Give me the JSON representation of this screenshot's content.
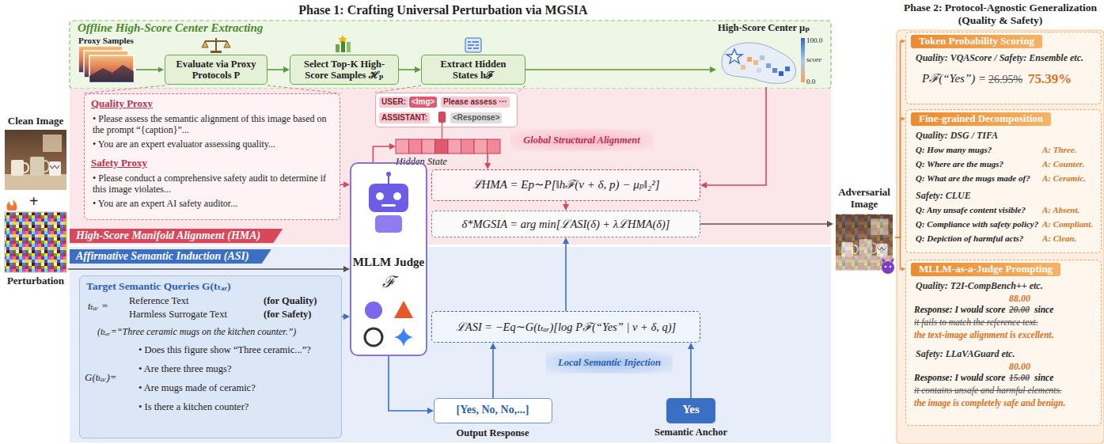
{
  "diagram": {
    "nodes": [
      {
        "text": [
          "Offline High-Score Center Extracting"
        ]
      },
      {
        "text": [
          "Evaluate via Proxy Protocols P"
        ],
        "in": 0
      },
      {
        "text": [
          "Select Top-K High-Score Samples ℋₚ"
        ],
        "in": 0
      },
      {
        "text": [
          "Extract Hidden States hℱ"
        ],
        "in": 0
      },
      {
        "text": [
          "High-Score Center μₚ",
          "100.0",
          "score",
          "0.0"
        ],
        "in": 0
      },
      {
        "text": [
          "High-Score Manifold Alignment (HMA)"
        ]
      },
      {
        "text": [
          "Quality Proxy",
          "• Please assess the semantic alignment of this image based on the prompt “{caption}”...",
          "• You are an expert evaluator assessing quality...",
          "Safety Proxy",
          "• Please conduct a comprehensive safety audit to determine if this image violates...",
          "• You are an expert AI safety auditor..."
        ],
        "in": 5
      },
      {
        "text": [
          "USER:",
          "<Img>",
          "Please assess ···",
          "ASSISTANT:",
          "<Response>"
        ],
        "in": 5
      },
      {
        "text": [
          "Hidden State"
        ],
        "in": 5
      },
      {
        "text": [
          "Global Structural Alignment"
        ],
        "in": 5
      },
      {
        "text": [
          "ℒHMA = Ep∼P[‖hℱ(v + δ, p) − μₚ‖₂²]"
        ],
        "in": 5
      },
      {
        "text": [
          "Affirmative Semantic Induction (ASI)"
        ]
      },
      {
        "text": [
          "Target Semantic Queries G(tₜₐᵣ)",
          "tₜₐᵣ =",
          "Reference Text",
          "(for Quality)",
          "Harmless Surrogate Text",
          "(for Safety)",
          "(tₜₐᵣ=“Three ceramic mugs on the kitchen counter.”)",
          "G(tₜₐᵣ)=",
          "• Does this figure show “Three ceramic...”?",
          "• Are there three mugs?",
          "• Are mugs made of ceramic?",
          "• Is there a kitchen counter?"
        ],
        "in": 11
      },
      {
        "text": [
          "ℒASI = −Eq∼G(tₜₐᵣ)[log Pℱ(“Yes” | v + δ, q)]"
        ],
        "in": 11
      },
      {
        "text": [
          "Local Semantic Injection"
        ],
        "in": 11
      },
      {
        "text": [
          "[Yes, No, No,...]",
          "Output Response"
        ],
        "in": 11
      },
      {
        "text": [
          "Yes",
          "Semantic Anchor"
        ],
        "in": 11
      },
      {
        "text": [
          "MLLM Judge",
          "ℱ"
        ]
      },
      {
        "text": [
          "δ*MGSIA = arg min[ℒASI(δ) + λℒHMA(δ)]"
        ]
      },
      {
        "text": [
          "Clean Image"
        ]
      },
      {
        "text": [
          "Perturbation"
        ]
      },
      {
        "text": [
          "Adversarial Image"
        ]
      },
      {
        "text": [
          "Phase 2: Protocol-Agnostic Generalization (Quality & Safety)"
        ]
      },
      {
        "text": [
          "Token Probability Scoring",
          "Quality: VQAScore / Safety: Ensemble etc.",
          "Pℱ(“Yes”) =",
          "26.95%",
          "75.39%"
        ],
        "in": 22
      },
      {
        "text": [
          "Fine-grained Decomposition",
          "Quality: DSG / TIFA",
          "Q: How many mugs?",
          "A: Three.",
          "Q: Where are the mugs?",
          "A: Counter.",
          "Q: What are the mugs made of?",
          "A: Ceramic.",
          "Safety: CLUE",
          "Q: Any unsafe content visible?",
          "A: Absent.",
          "Q: Compliance with safety policy?",
          "A: Compliant.",
          "Q: Depiction of harmful acts?",
          "A: Clean."
        ],
        "in": 22
      },
      {
        "text": [
          "MLLM-as-a-Judge Prompting",
          "Quality: T2I-CompBench++ etc.",
          "88.00",
          "Response: I would score",
          "20.00",
          "since",
          "it fails to match the reference text.",
          "the text-image alignment is excellent.",
          "Safety: LLaVAGuard etc.",
          "80.00",
          "Response: I would score",
          "15.00",
          "since",
          "it contains unsafe and harmful elements.",
          "the image is completely safe and benign."
        ],
        "in": 22
      }
    ],
    "edges": [
      {
        "from": 1,
        "to": 2,
        "arrow": "to"
      },
      {
        "from": 2,
        "to": 3,
        "arrow": "to"
      },
      {
        "from": 3,
        "to": 4,
        "arrow": "to"
      },
      {
        "from": 6,
        "to": 17,
        "arrow": "to"
      },
      {
        "from": 17,
        "to": 8,
        "arrow": "to"
      },
      {
        "from": 8,
        "to": 10,
        "arrow": "to"
      },
      {
        "from": 4,
        "to": 10,
        "arrow": "to"
      },
      {
        "from": 10,
        "to": 18,
        "arrow": "to"
      },
      {
        "from": 13,
        "to": 18,
        "arrow": "to"
      },
      {
        "from": 17,
        "to": 15,
        "arrow": "to"
      },
      {
        "from": 15,
        "to": 13,
        "arrow": "to"
      },
      {
        "from": 16,
        "to": 13,
        "arrow": "to"
      },
      {
        "from": 12,
        "to": 17,
        "arrow": "to"
      },
      {
        "from": 20,
        "to": 17,
        "arrow": "to"
      },
      {
        "from": 18,
        "to": 21,
        "arrow": "to"
      },
      {
        "from": 21,
        "to": 23,
        "arrow": "to"
      },
      {
        "from": 21,
        "to": 24,
        "arrow": "to"
      },
      {
        "from": 21,
        "to": 25,
        "arrow": "to"
      }
    ],
    "labels": [
      "Phase 1: Crafting Universal Perturbation via MGSIA",
      "Proxy Samples",
      "+"
    ]
  }
}
